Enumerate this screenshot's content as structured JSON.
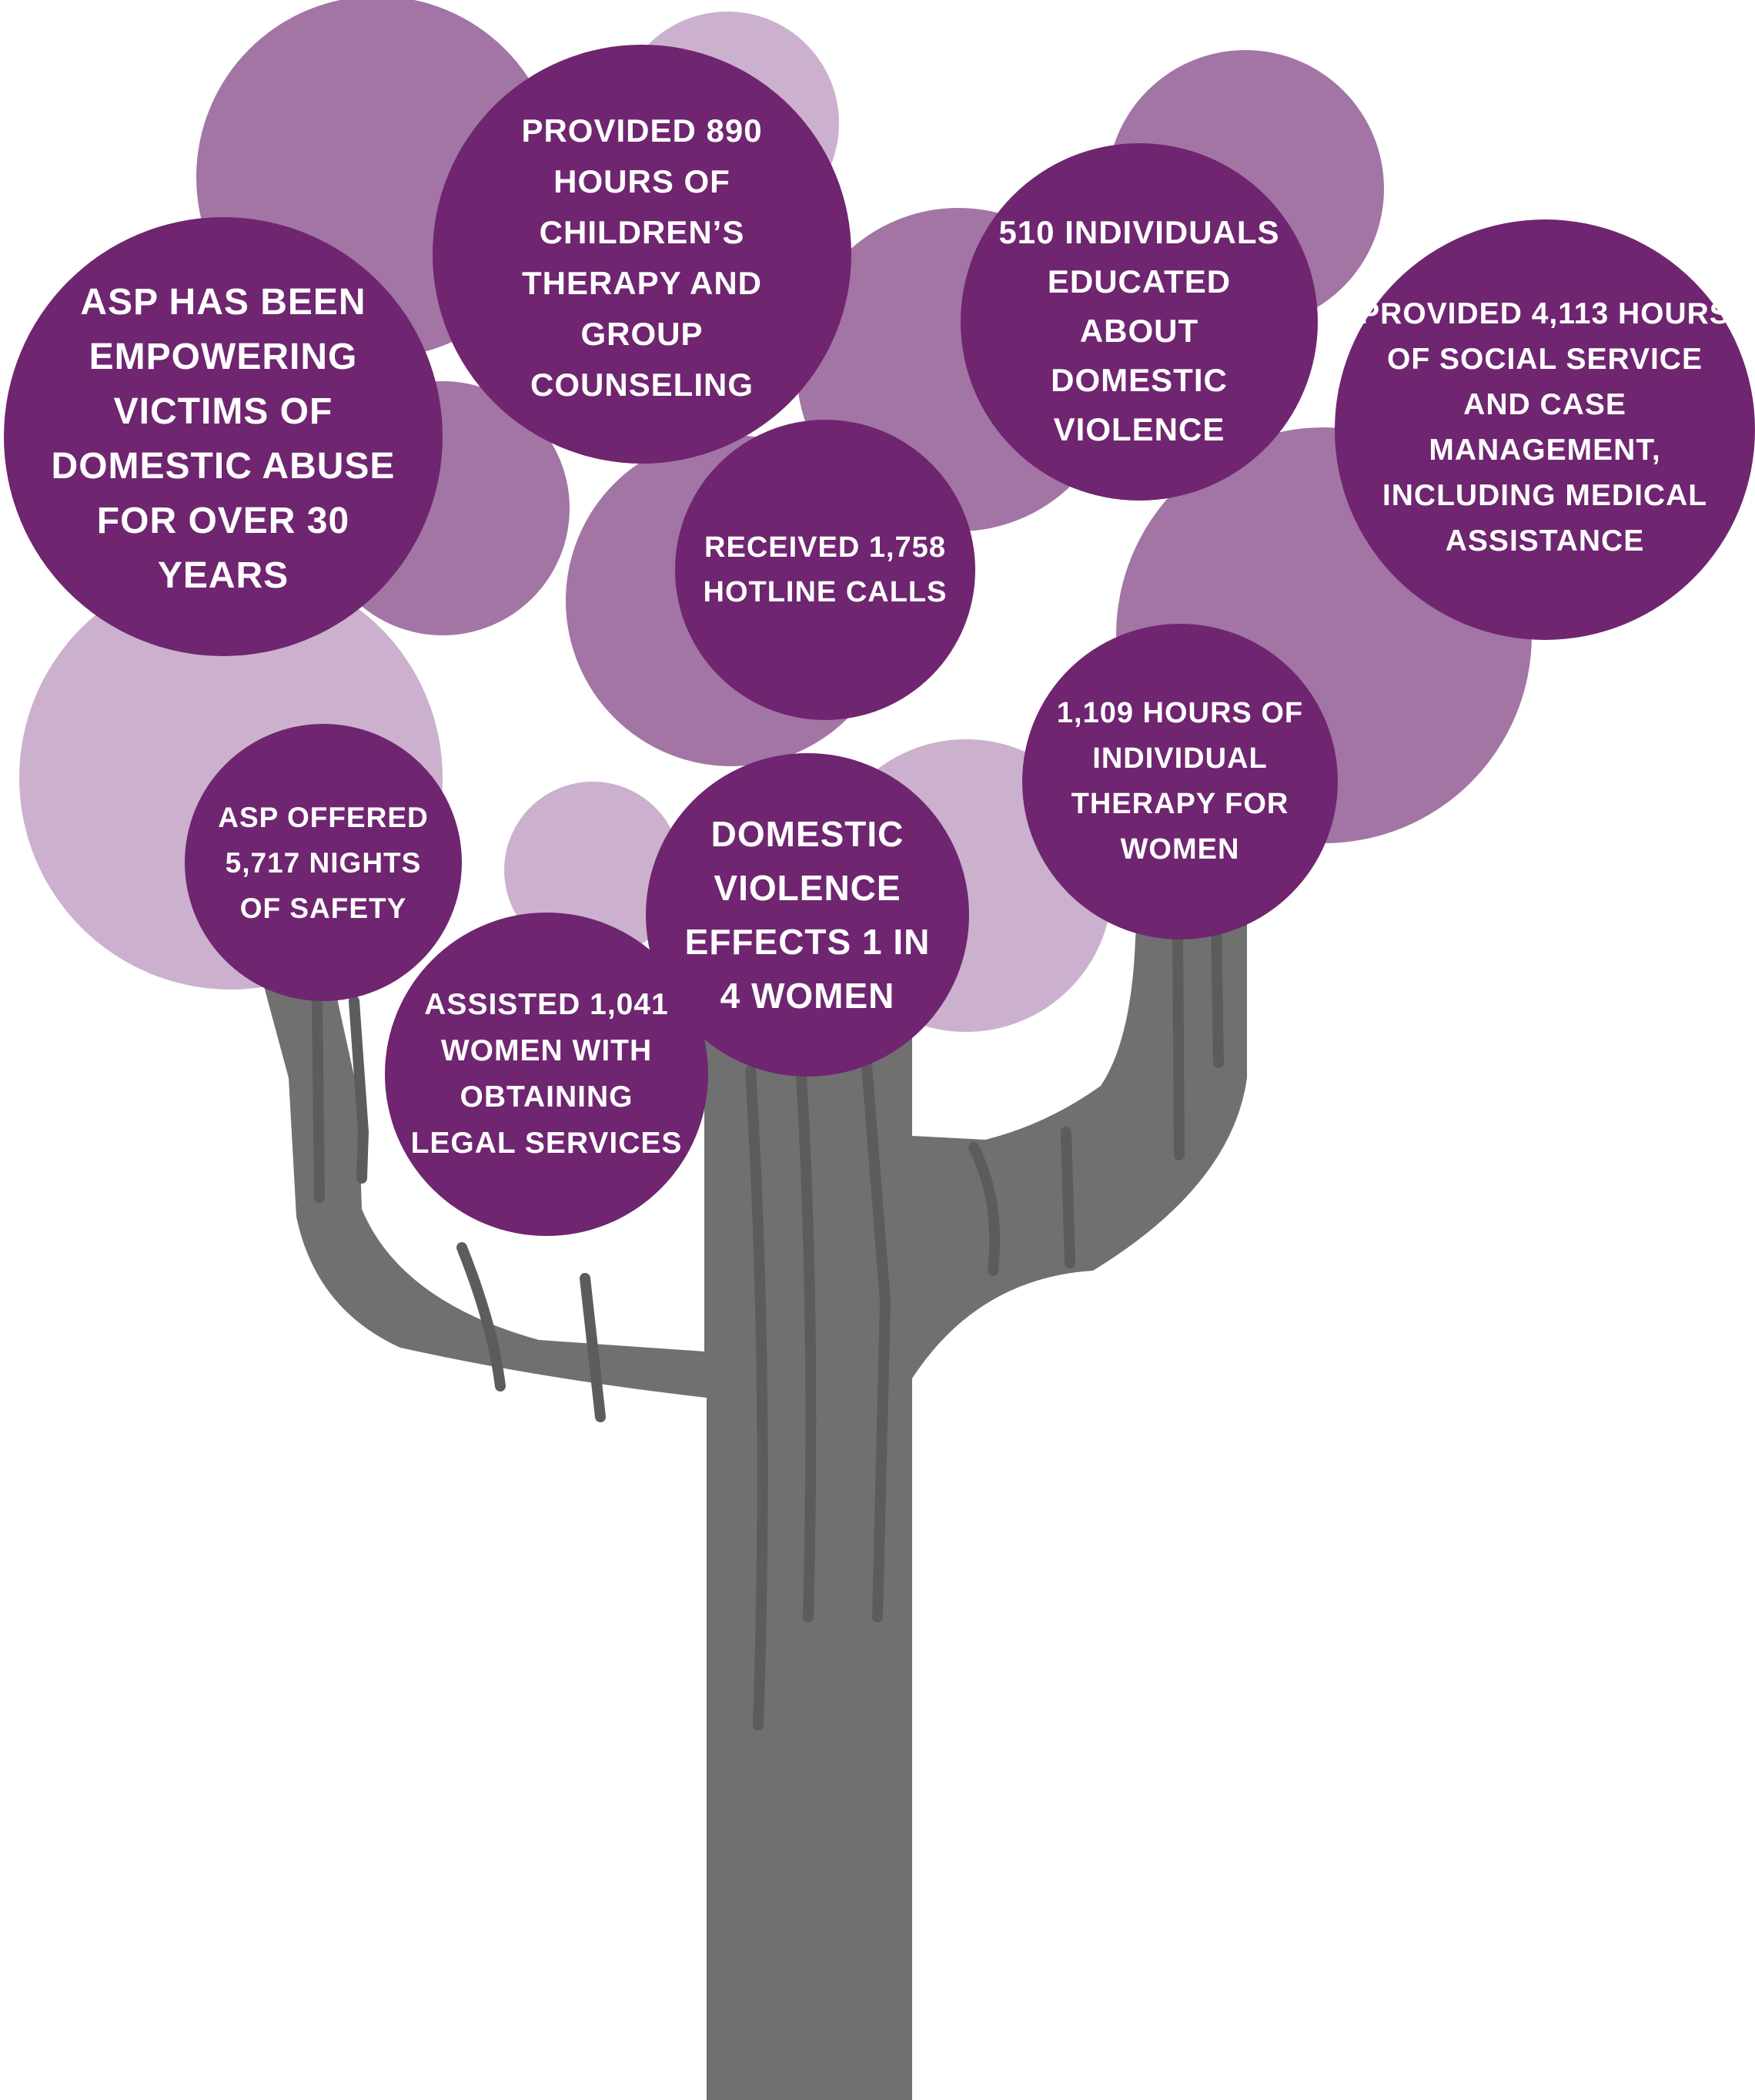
{
  "colors": {
    "primary": "#6f2570",
    "medium": "#a275a4",
    "light": "#cbb1cd",
    "trunk": "#707070",
    "trunk_line": "#5c5c5c",
    "text": "#ffffff"
  },
  "facts": {
    "asp_30_years": "ASP HAS BEEN EMPOWERING VICTIMS OF DOMESTIC ABUSE FOR OVER 30 YEARS",
    "childrens_therapy": "PROVIDED 890 HOURS OF CHILDREN’S THERAPY AND GROUP COUNSELING",
    "educated": "510 INDIVIDUALS EDUCATED ABOUT DOMESTIC VIOLENCE",
    "social_service": "PROVIDED 4,113 HOURS OF SOCIAL SERVICE AND CASE MANAGEMENT, INCLUDING MEDICAL ASSISTANCE",
    "hotline": "RECEIVED 1,758 HOTLINE CALLS",
    "individual_therapy": "1,109 HOURS OF INDIVIDUAL THERAPY FOR WOMEN",
    "nights_of_safety": "ASP OFFERED 5,717 NIGHTS OF SAFETY",
    "domestic_violence_stat": "DOMESTIC VIOLENCE EFFECTS 1 IN 4 WOMEN",
    "legal_services": "ASSISTED 1,041 WOMEN WITH OBTAINING LEGAL SERVICES"
  }
}
